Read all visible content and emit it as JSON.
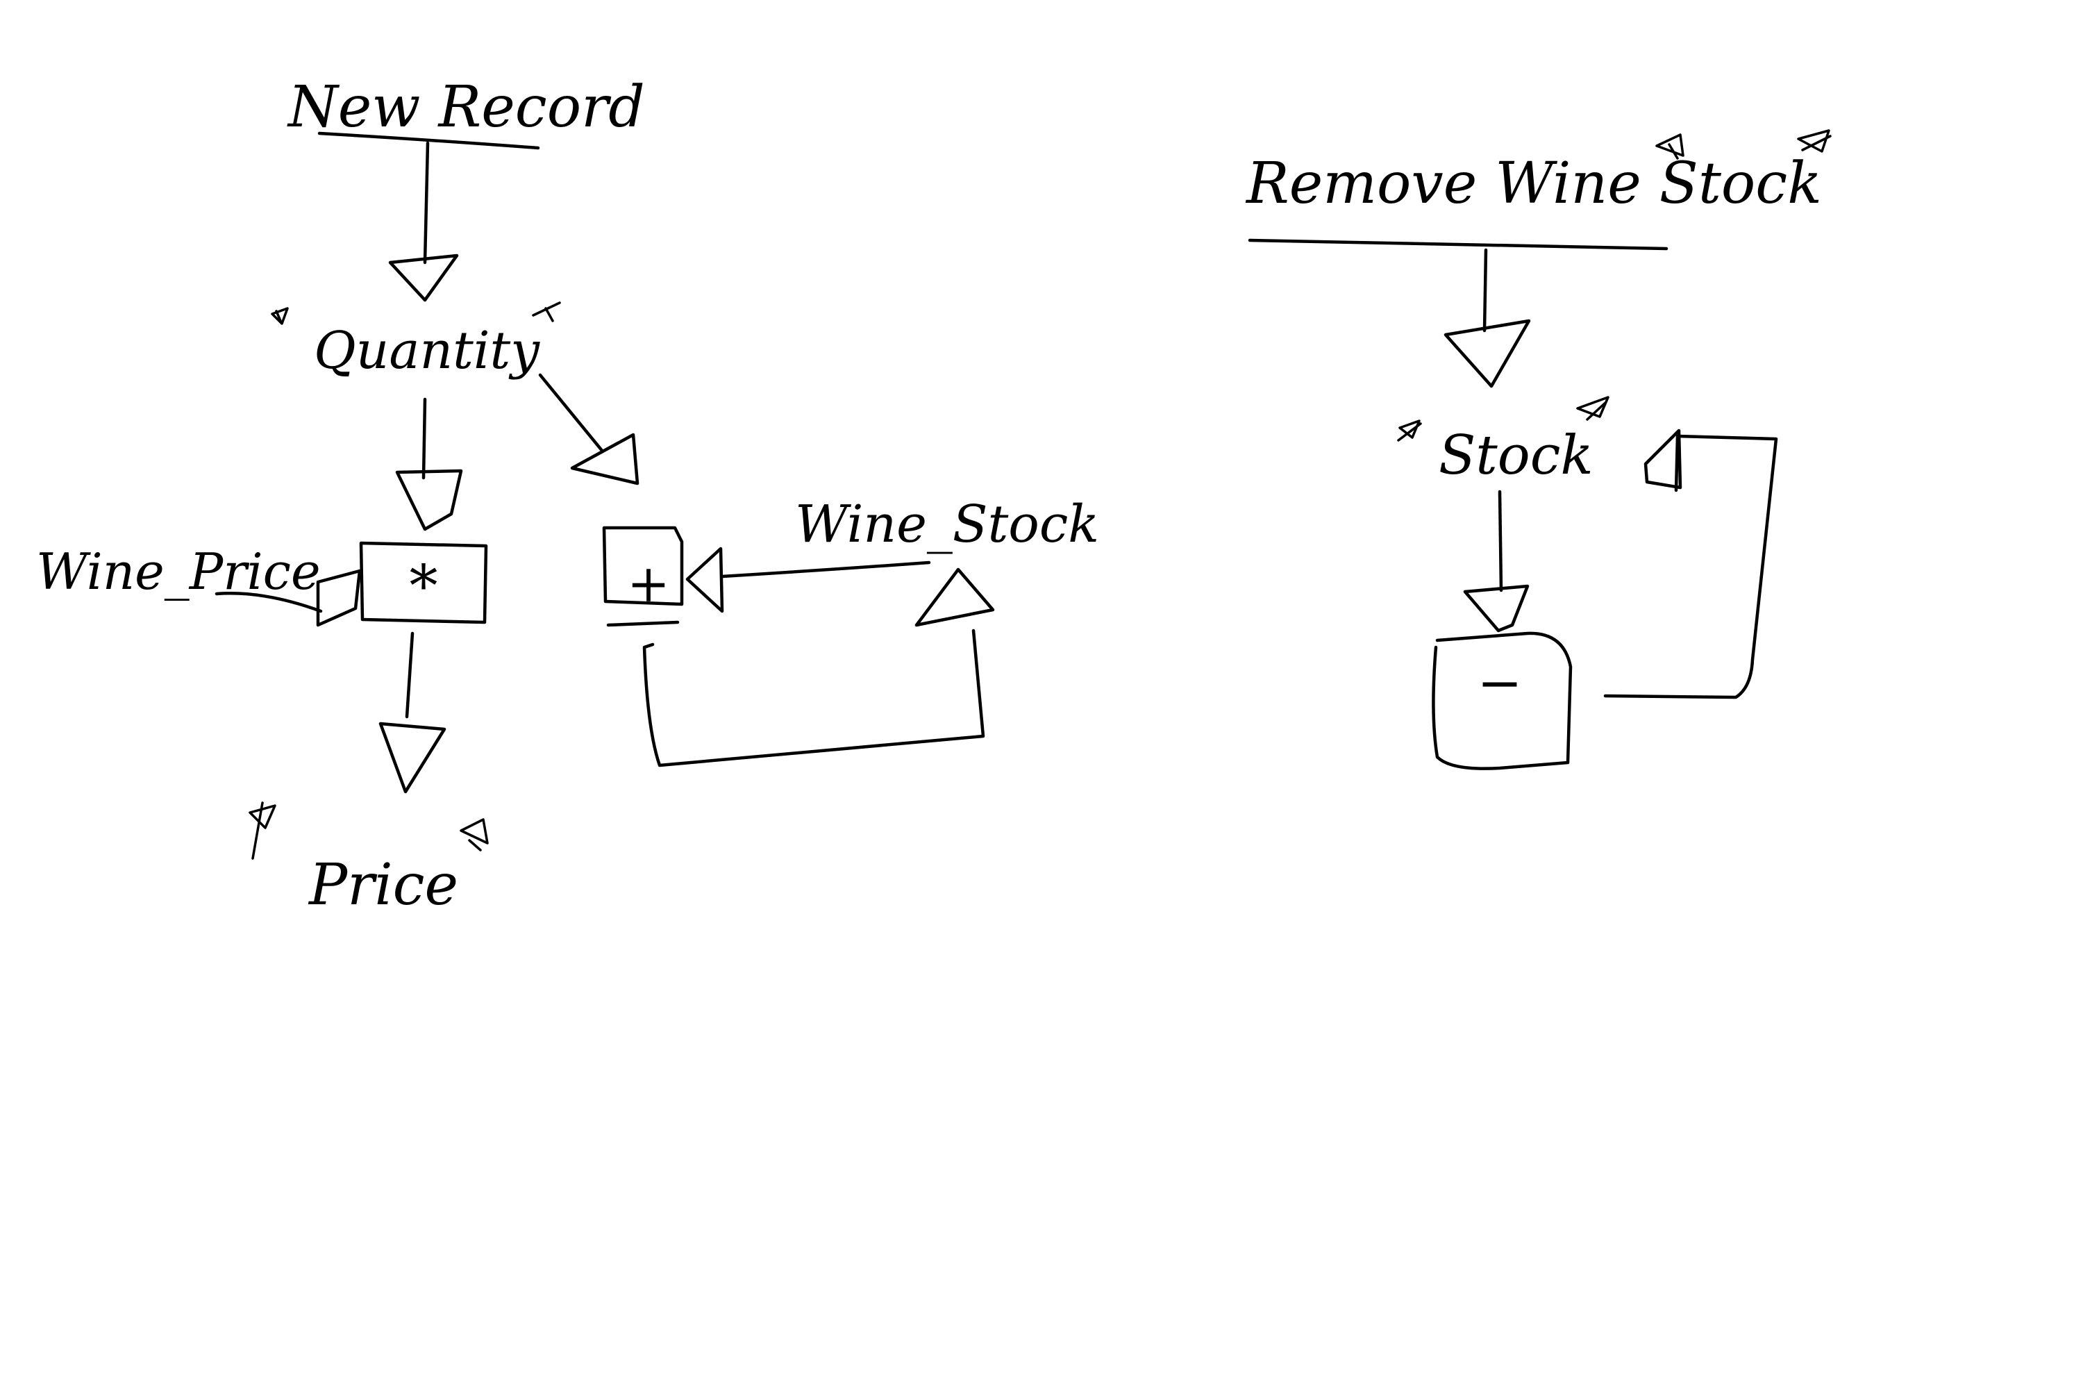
{
  "diagram": {
    "left": {
      "trigger": "New Record",
      "quantity": "Quantity",
      "wine_price": "Wine_Price",
      "wine_stock": "Wine_Stock",
      "multiply_op": "*",
      "add_op": "+",
      "price": "Price"
    },
    "right": {
      "trigger": "Remove Wine Stock",
      "stock": "Stock",
      "subtract_op": "−"
    }
  }
}
